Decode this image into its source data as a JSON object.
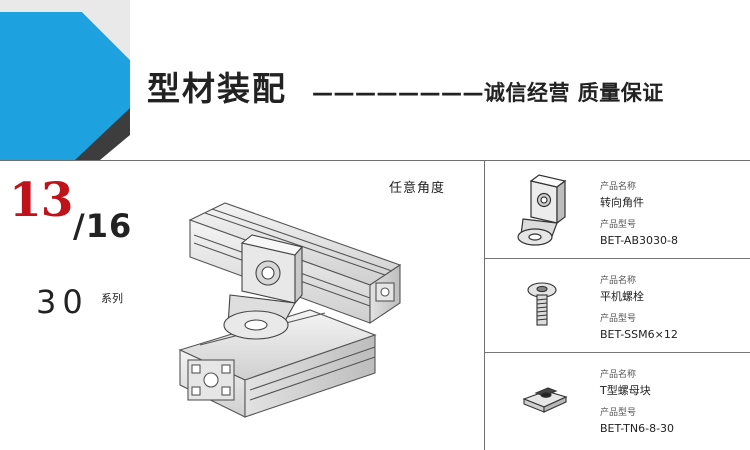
{
  "header": {
    "title": "型材装配",
    "slogan": "————————诚信经营 质量保证"
  },
  "series": {
    "primary_size": "13",
    "secondary_size": "/16",
    "series_number": "30",
    "series_word": "系列"
  },
  "illustration": {
    "label": "任意角度"
  },
  "parts": [
    {
      "name_label": "产品名称",
      "name": "转向角件",
      "model_label": "产品型号",
      "model": "BET-AB3030-8",
      "icon": "angle-hinge-icon"
    },
    {
      "name_label": "产品名称",
      "name": "平机螺栓",
      "model_label": "产品型号",
      "model": "BET-SSM6×12",
      "icon": "screw-icon"
    },
    {
      "name_label": "产品名称",
      "name": "T型螺母块",
      "model_label": "产品型号",
      "model": "BET-TN6-8-30",
      "icon": "t-nut-icon"
    }
  ],
  "colors": {
    "accent_blue": "#1da1df",
    "dark_gray": "#3d3d3d",
    "highlight_red": "#c0121a"
  }
}
